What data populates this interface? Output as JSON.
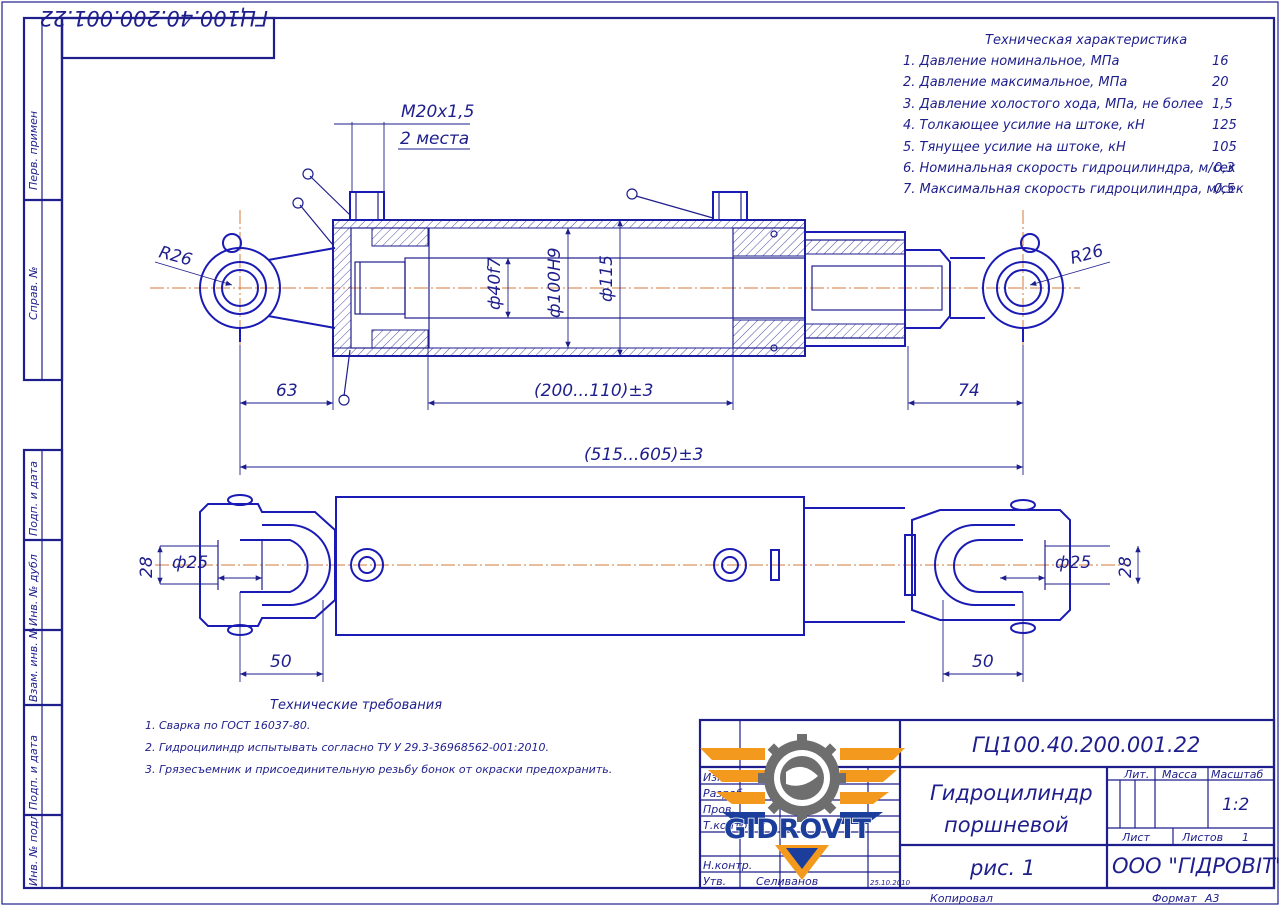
{
  "stamp_top": "ГЦ100.40.200.001.22",
  "side_labels": [
    "Перв. примен",
    "Справ. №",
    "Подп. и дата",
    "Инв. № дубл",
    "Взам. инв. №",
    "Подп. и дата",
    "Инв. № подл"
  ],
  "tech_char": {
    "title": "Техническая характеристика",
    "rows": [
      {
        "label": "1. Давление номинальное, МПа",
        "value": "16"
      },
      {
        "label": "2. Давление максимальное, МПа",
        "value": "20"
      },
      {
        "label": "3. Давление холостого хода, МПа, не более",
        "value": "1,5"
      },
      {
        "label": "4. Толкающее усилие на штоке, кН",
        "value": "125"
      },
      {
        "label": "5. Тянущее усилие на штоке, кН",
        "value": "105"
      },
      {
        "label": "6. Номинальная скорость гидроцилиндра, м/сек",
        "value": "0,3"
      },
      {
        "label": "7. Максимальная скорость гидроцилиндра, м/сек",
        "value": "0,5"
      }
    ]
  },
  "dims": {
    "thread": "М20х1,5",
    "thread_count": "2 места",
    "r_left": "R26",
    "r_right": "R26",
    "rod_dia": "ф40f7",
    "bore_dia": "ф100H9",
    "outer_dia": "ф115",
    "left_len": "63",
    "stroke": "(200...110)±3",
    "right_len": "74",
    "total_len": "(515...605)±3",
    "pin_left": "ф25",
    "pin_right": "ф25",
    "width_left": "28",
    "width_right": "28",
    "eye_left": "50",
    "eye_right": "50"
  },
  "tech_req": {
    "title": "Технические требования",
    "items": [
      "1. Сварка по ГОСТ 16037-80.",
      "2. Гидроцилиндр испытывать согласно ТУ У 29.3-36968562-001:2010.",
      "3. Грязесъемник и присоединительную резьбу бонок от окраски предохранить."
    ]
  },
  "title_block": {
    "code": "ГЦ100.40.200.001.22",
    "name_line1": "Гидроцилиндр",
    "name_line2": "поршневой",
    "fig": "рис. 1",
    "lit": "Лит.",
    "mass": "Масса",
    "scale_h": "Масштаб",
    "scale": "1:2",
    "sheet": "Лист",
    "sheets": "Листов",
    "sheets_n": "1",
    "org": "ООО \"ГІДРОВІТ\"",
    "copied": "Копировал",
    "format_label": "Формат",
    "format": "А3",
    "rows": [
      "Изм.",
      "Разраб.",
      "Пров.",
      "Т.контр.",
      "",
      "Н.контр.",
      "Утв."
    ],
    "approver": "Селиванов",
    "date": "25.10.2010"
  },
  "logo": {
    "text": "GIDROVIT",
    "colors": {
      "orange": "#f39a1e",
      "blue": "#1b3e9c",
      "gray": "#6e6e6e"
    }
  },
  "colors": {
    "ink": "#1e1e8c",
    "axis": "#d07a3a",
    "part": "#1a1ab4"
  }
}
